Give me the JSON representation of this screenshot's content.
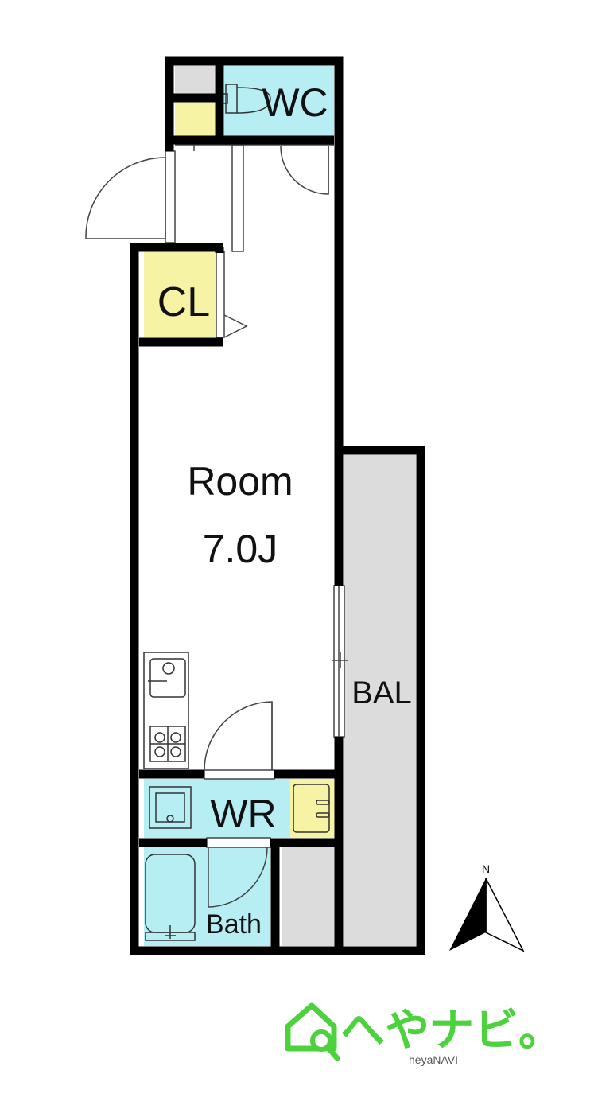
{
  "rooms": {
    "wc": "WC",
    "cl": "CL",
    "room_name": "Room",
    "room_size": "7.0J",
    "bal": "BAL",
    "wr": "WR",
    "bath": "Bath"
  },
  "compass": {
    "north": "N"
  },
  "logo": {
    "text": "へやナビ。",
    "subtext": "heyaNAVI"
  },
  "colors": {
    "wall": "#000000",
    "wet_area": "#b7eef4",
    "storage": "#f7f3a5",
    "balcony": "#dcdcdc",
    "logo_green": "#4cd23c"
  }
}
